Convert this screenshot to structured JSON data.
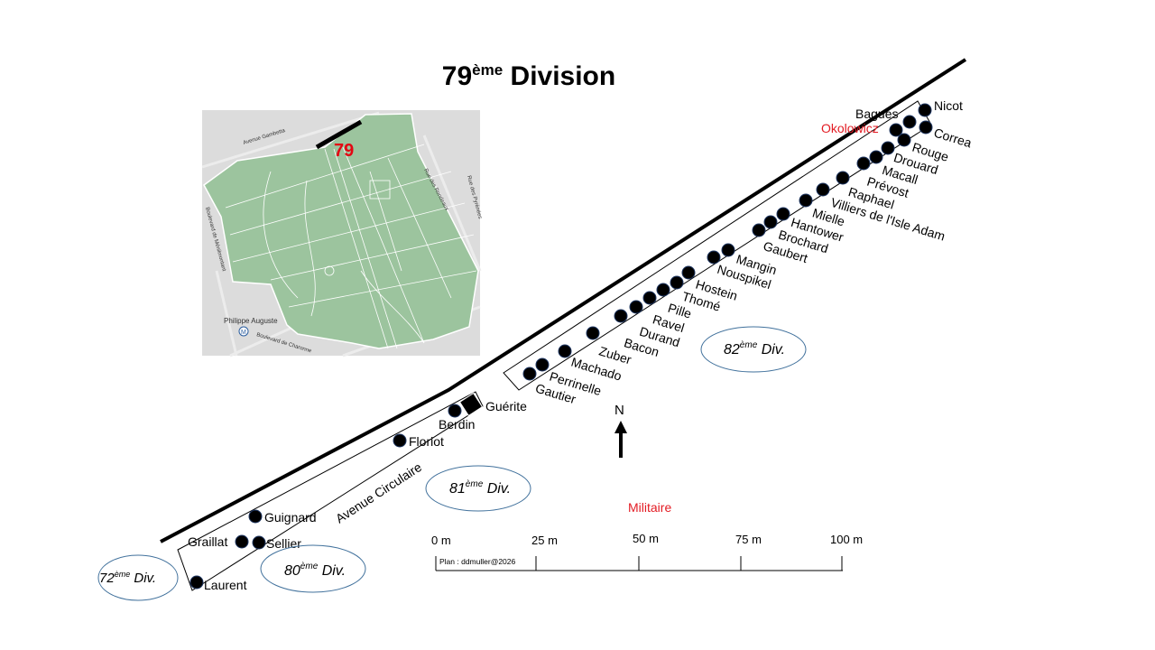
{
  "title": {
    "number": "79",
    "suffix": "ème",
    "word": " Division"
  },
  "inset_map": {
    "division_number": "79",
    "labels": [
      "Avenue Gambetta",
      "Rue des Rondeaux",
      "Rue des Pyrénées",
      "Boulevard de Ménilmontant",
      "Philippe Auguste",
      "Boulevard de Charonne"
    ],
    "metro_symbol": "M",
    "colors": {
      "park": "#9cc49e",
      "streets": "#d9d9d9",
      "marker": "#e30613"
    }
  },
  "graves": [
    {
      "name": "Nicot"
    },
    {
      "name": "Bagues"
    },
    {
      "name": "Okolowicz",
      "highlight": true
    },
    {
      "name": "Correa"
    },
    {
      "name": "Rouge"
    },
    {
      "name": "Drouard"
    },
    {
      "name": "Macall"
    },
    {
      "name": "Prévost"
    },
    {
      "name": "Raphael"
    },
    {
      "name": "Villiers de l'Isle Adam"
    },
    {
      "name": "Mielle"
    },
    {
      "name": "Hantower"
    },
    {
      "name": "Brochard"
    },
    {
      "name": "Gaubert"
    },
    {
      "name": "Mangin"
    },
    {
      "name": "Nouspikel"
    },
    {
      "name": "Hostein"
    },
    {
      "name": "Thomé"
    },
    {
      "name": "Pille"
    },
    {
      "name": "Ravel"
    },
    {
      "name": "Durand"
    },
    {
      "name": "Bacon"
    },
    {
      "name": "Zuber"
    },
    {
      "name": "Machado"
    },
    {
      "name": "Perrinelle"
    },
    {
      "name": "Gautier"
    },
    {
      "name": "Berdin"
    },
    {
      "name": "Floriot"
    },
    {
      "name": "Guignard"
    },
    {
      "name": "Graillat"
    },
    {
      "name": "Sellier"
    },
    {
      "name": "Laurent"
    }
  ],
  "landmarks": {
    "guerite": "Guérite",
    "avenue": "Avenue Circulaire",
    "north": "N",
    "military": "Militaire"
  },
  "divisions": [
    {
      "num": "72",
      "sup": "ème",
      "word": " Div."
    },
    {
      "num": "80",
      "sup": "ème",
      "word": " Div."
    },
    {
      "num": "81",
      "sup": "ème",
      "word": " Div."
    },
    {
      "num": "82",
      "sup": "ème",
      "word": " Div."
    }
  ],
  "scale": {
    "ticks": [
      "0 m",
      "25 m",
      "50 m",
      "75 m",
      "100 m"
    ],
    "credit": "Plan : ddmuller@2026"
  },
  "colors": {
    "highlight": "#e31b23",
    "ellipse": "#41719c",
    "grave": "#000000"
  }
}
